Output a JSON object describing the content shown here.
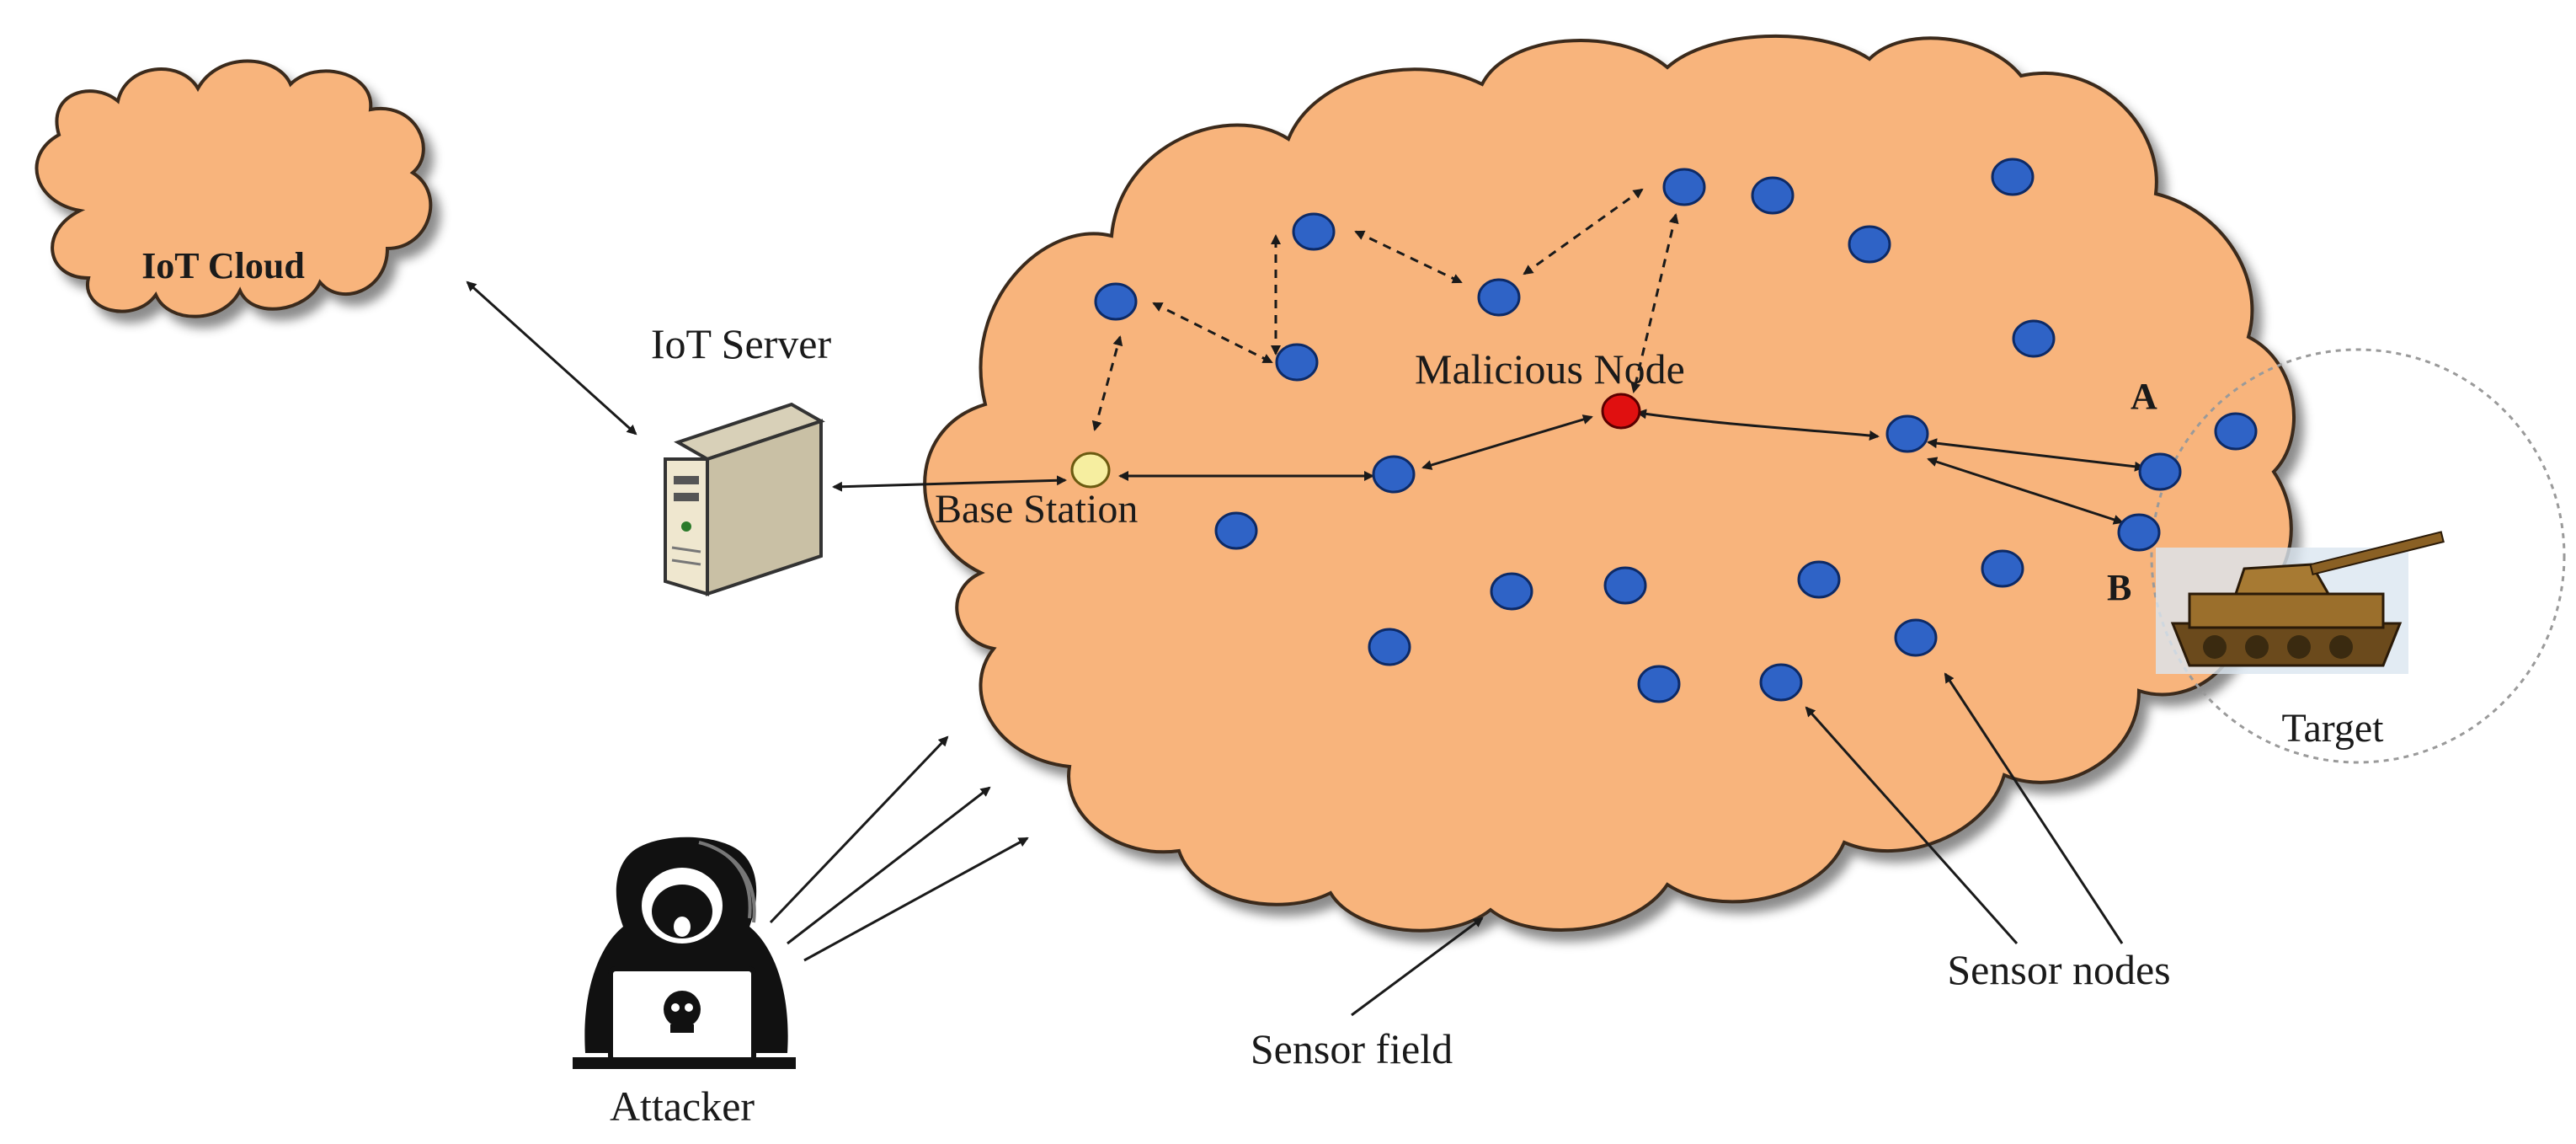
{
  "labels": {
    "iot_cloud": "IoT Cloud",
    "iot_server": "IoT Server",
    "base_station": "Base Station",
    "malicious_node": "Malicious Node",
    "node_a": "A",
    "node_b": "B",
    "target": "Target",
    "sensor_nodes": "Sensor nodes",
    "sensor_field": "Sensor field",
    "attacker": "Attacker"
  },
  "colors": {
    "cloud_fill": "#f8b47c",
    "cloud_stroke": "#3a2a1a",
    "sensor_node": "#2f63c6",
    "malicious_node": "#e01010",
    "base_station": "#f6eea0",
    "server_body": "#efe7cf"
  },
  "icons": {
    "server": "server-tower-icon",
    "attacker": "hacker-with-laptop-icon",
    "target": "tank-icon"
  }
}
